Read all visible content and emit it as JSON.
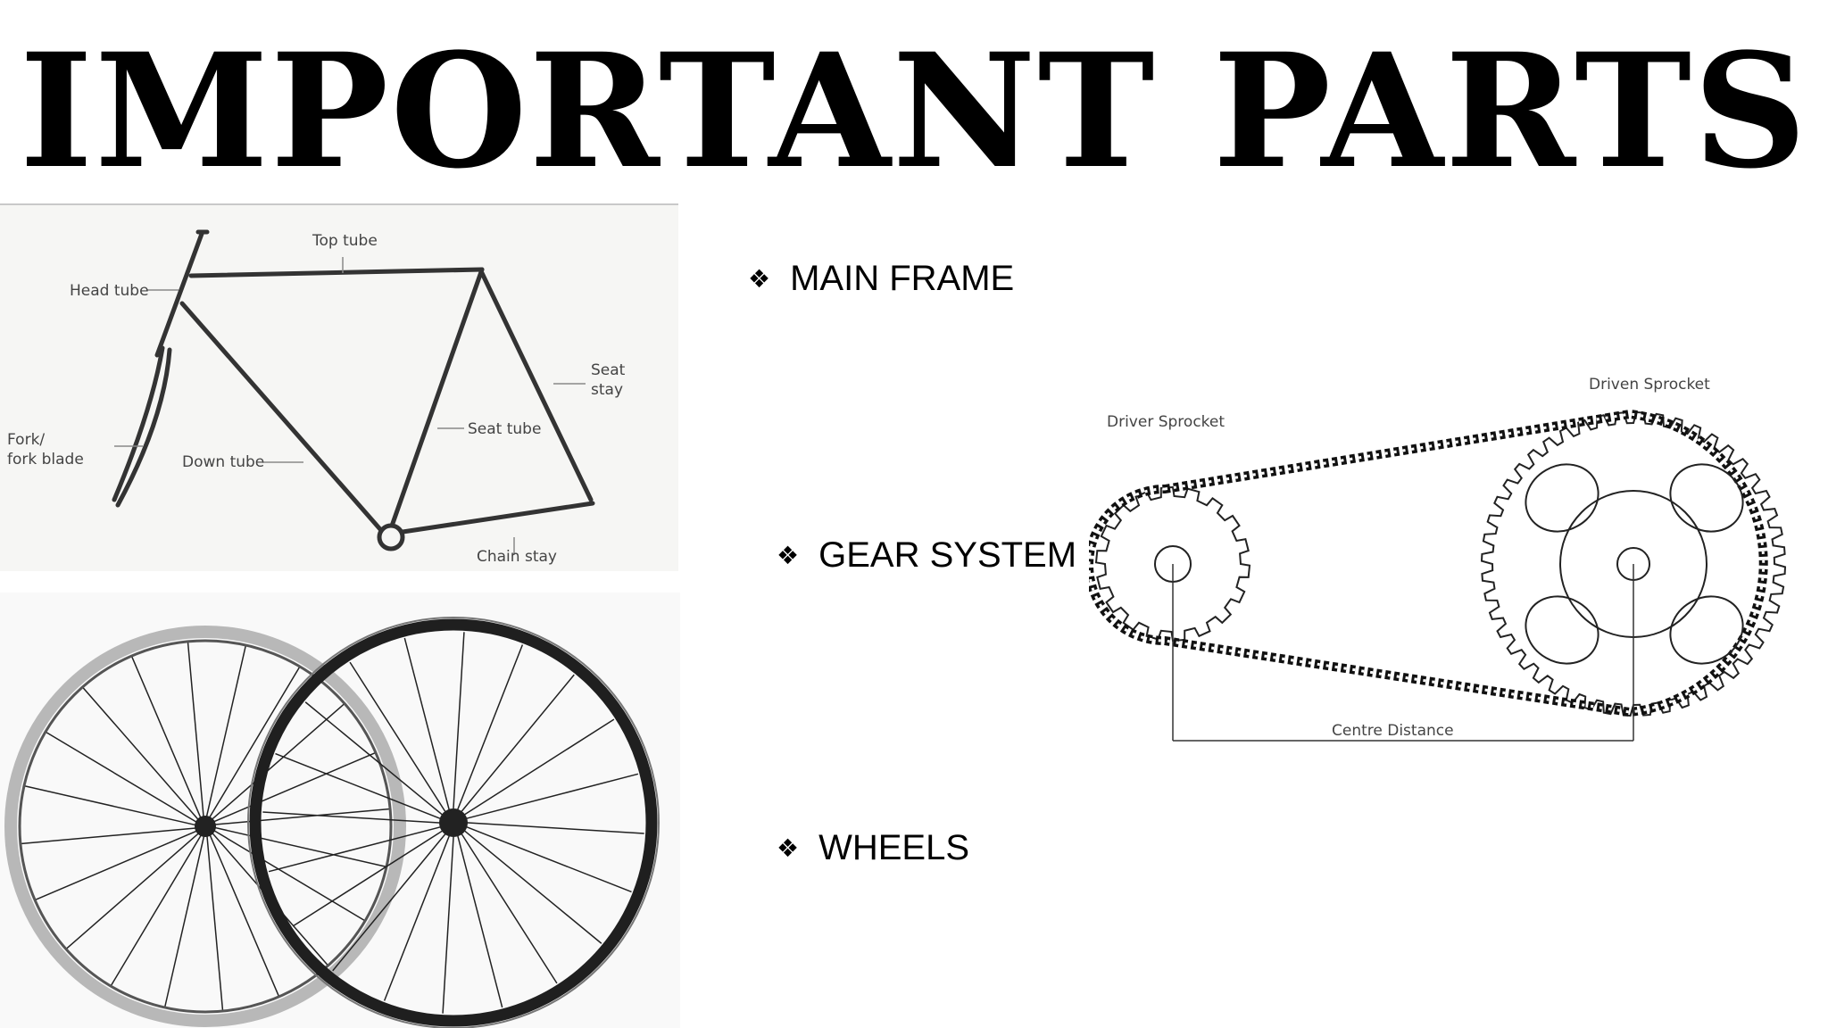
{
  "title": "IMPORTANT PARTS",
  "bullets": [
    {
      "marker": "❖",
      "label": "MAIN FRAME"
    },
    {
      "marker": "❖",
      "label": "GEAR SYSTEM"
    },
    {
      "marker": "❖",
      "label": "WHEELS"
    }
  ],
  "frame_labels": {
    "top_tube": "Top tube",
    "head_tube": "Head tube",
    "seat_stay_1": "Seat",
    "seat_stay_2": "stay",
    "seat_tube": "Seat tube",
    "fork_1": "Fork/",
    "fork_2": "fork blade",
    "down_tube": "Down tube",
    "chain_stay": "Chain stay"
  },
  "gear_labels": {
    "driver": "Driver Sprocket",
    "driven": "Driven Sprocket",
    "centre": "Centre Distance"
  }
}
